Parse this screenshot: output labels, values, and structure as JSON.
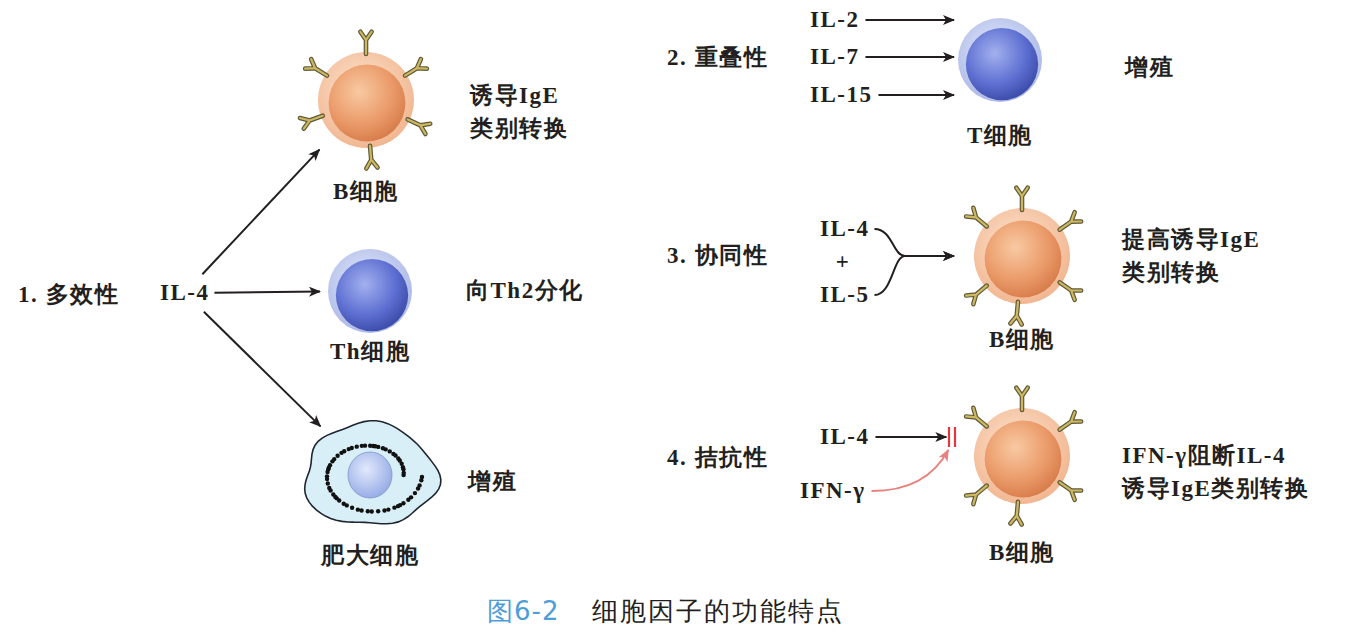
{
  "diagram": {
    "caption": "细胞因子的功能特点",
    "nodes": [
      {
        "text": [
          "IL-4"
        ]
      },
      {
        "text": [
          "B细胞"
        ]
      },
      {
        "text": [
          "Th细胞"
        ]
      },
      {
        "text": [
          "肥大细胞"
        ]
      },
      {
        "text": [
          "IL-2"
        ]
      },
      {
        "text": [
          "IL-7"
        ]
      },
      {
        "text": [
          "IL-15"
        ]
      },
      {
        "text": [
          "T细胞"
        ]
      },
      {
        "text": [
          "IL-4"
        ]
      },
      {
        "text": [
          "IL-5"
        ]
      },
      {
        "text": [
          "B细胞"
        ]
      },
      {
        "text": [
          "IL-4"
        ]
      },
      {
        "text": [
          "IFN-γ"
        ]
      },
      {
        "text": [
          "B细胞"
        ]
      }
    ],
    "edges": [
      {
        "from": 0,
        "to": 1,
        "arrow": "to"
      },
      {
        "from": 0,
        "to": 2,
        "arrow": "to"
      },
      {
        "from": 0,
        "to": 3,
        "arrow": "to"
      },
      {
        "from": 4,
        "to": 7,
        "arrow": "to"
      },
      {
        "from": 5,
        "to": 7,
        "arrow": "to"
      },
      {
        "from": 6,
        "to": 7,
        "arrow": "to"
      },
      {
        "from": 8,
        "to": 10,
        "arrow": "to"
      },
      {
        "from": 9,
        "to": 10,
        "arrow": "to"
      },
      {
        "from": 11,
        "to": 13,
        "arrow": "to"
      },
      {
        "from": 12,
        "to": 13,
        "arrow": "to"
      }
    ],
    "labels": [
      "1. 多效性",
      "诱导IgE 类别转换",
      "向Th2分化",
      "增殖",
      "2. 重叠性",
      "增殖",
      "3. 协同性",
      "+",
      "提高诱导IgE 类别转换",
      "4. 拮抗性",
      "IFN-γ阻断IL-4 诱导IgE类别转换",
      "图6-2"
    ]
  }
}
